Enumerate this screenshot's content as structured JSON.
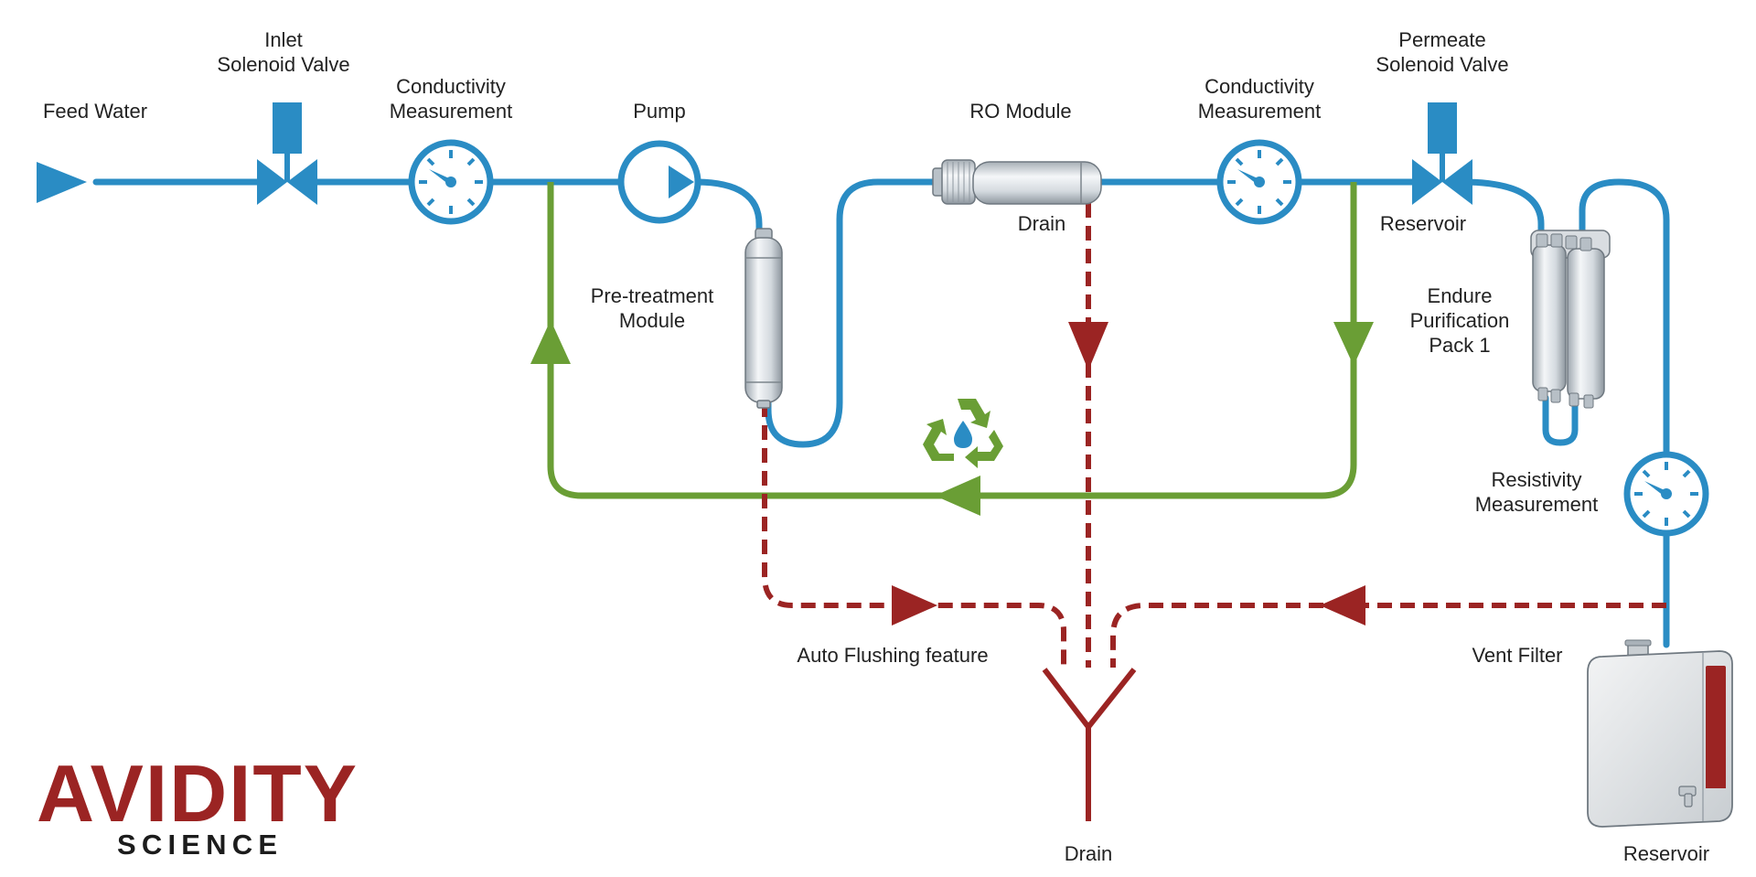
{
  "colors": {
    "water_line": "#2a8cc4",
    "recycle_line": "#6a9e35",
    "drain_line": "#9b2423",
    "text": "#222222",
    "brand": "#9b2423"
  },
  "labels": {
    "feed_water": "Feed Water",
    "inlet_valve_1": "Inlet",
    "inlet_valve_2": "Solenoid Valve",
    "conductivity_1_a": "Conductivity",
    "conductivity_1_b": "Measurement",
    "pump": "Pump",
    "pretreatment_a": "Pre-treatment",
    "pretreatment_b": "Module",
    "ro_module": "RO Module",
    "ro_drain": "Drain",
    "conductivity_2_a": "Conductivity",
    "conductivity_2_b": "Measurement",
    "permeate_valve_1": "Permeate",
    "permeate_valve_2": "Solenoid Valve",
    "reservoir_top": "Reservoir",
    "endure_a": "Endure",
    "endure_b": "Purification",
    "endure_c": "Pack 1",
    "resistivity_a": "Resistivity",
    "resistivity_b": "Measurement",
    "auto_flushing": "Auto Flushing feature",
    "vent_filter": "Vent Filter",
    "drain_bottom": "Drain",
    "reservoir_bottom": "Reservoir"
  },
  "brand": {
    "name": "AVIDITY",
    "tagline": "SCIENCE"
  },
  "icons": {
    "recycle": "recycle-icon",
    "valve": "solenoid-valve-icon",
    "gauge": "gauge-icon",
    "pump": "pump-icon"
  }
}
